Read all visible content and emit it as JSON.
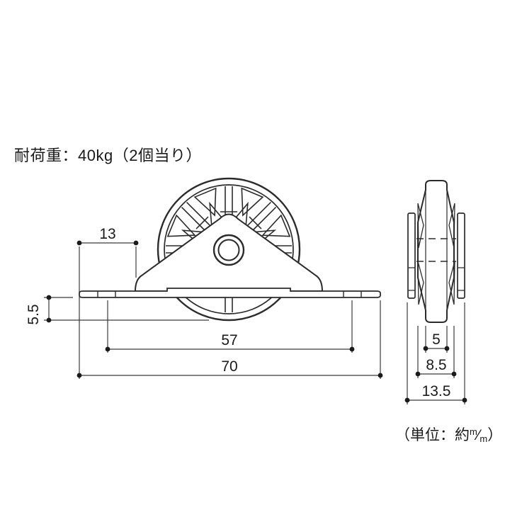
{
  "meta": {
    "description": "Technical dimension drawing of a door roller wheel with mounting plate",
    "background_color": "#ffffff",
    "line_color": "#2b2b2b",
    "dimension_line_color": "#3a3a3a",
    "text_color": "#1a1a1a"
  },
  "labels": {
    "load_capacity": "耐荷重：40kg（2個当り）",
    "unit_prefix": "（単位：約",
    "unit_numerator": "m",
    "unit_slash": "⁄",
    "unit_denominator": "m",
    "unit_suffix": "）"
  },
  "front_view": {
    "dims": {
      "tab_width": "13",
      "wheel_protrusion": "5.5",
      "slot_span": "57",
      "plate_width": "70"
    }
  },
  "side_view": {
    "dims": {
      "tread_width": "5",
      "wheel_width": "8.5",
      "overall_width": "13.5"
    }
  }
}
